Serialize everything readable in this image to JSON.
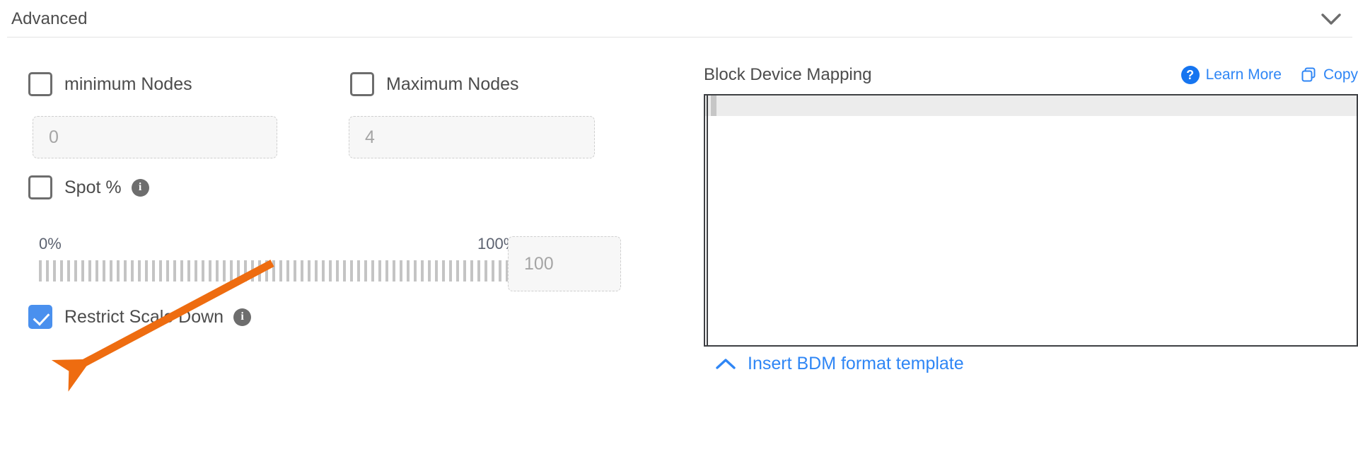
{
  "section": {
    "title": "Advanced",
    "collapse_icon": "chevron-down-icon"
  },
  "left": {
    "min_nodes": {
      "label": "minimum Nodes",
      "checked": false,
      "field_placeholder": "0"
    },
    "max_nodes": {
      "label": "Maximum Nodes",
      "checked": false,
      "field_placeholder": "4"
    },
    "spot": {
      "label": "Spot %",
      "checked": false,
      "info_icon": "info-icon",
      "info_glyph": "i"
    },
    "slider": {
      "min_label": "0%",
      "max_label": "100%",
      "value": 100,
      "value_field_placeholder": "100"
    },
    "restrict_scale_down": {
      "label": "Restrict Scale Down",
      "checked": true,
      "info_icon": "info-icon",
      "info_glyph": "i"
    }
  },
  "right": {
    "bdm_title": "Block Device Mapping",
    "learn_more": {
      "label": "Learn More",
      "icon": "question-circle-icon",
      "icon_glyph": "?"
    },
    "copy": {
      "label": "Copy",
      "icon": "copy-icon"
    },
    "editor": {
      "content": "",
      "active_line": 1
    },
    "insert_template": {
      "label": "Insert BDM format template",
      "icon": "chevron-up-icon"
    }
  },
  "annotation": {
    "type": "arrow",
    "color": "#ee6c10",
    "points_to": "restrict-scale-down-checkbox"
  },
  "colors": {
    "accent_blue": "#2f86f5",
    "checkbox_checked": "#4a90ee",
    "annotation_orange": "#ee6c10",
    "text_gray": "#4c4c4c",
    "border_gray": "#6d6d6d"
  }
}
